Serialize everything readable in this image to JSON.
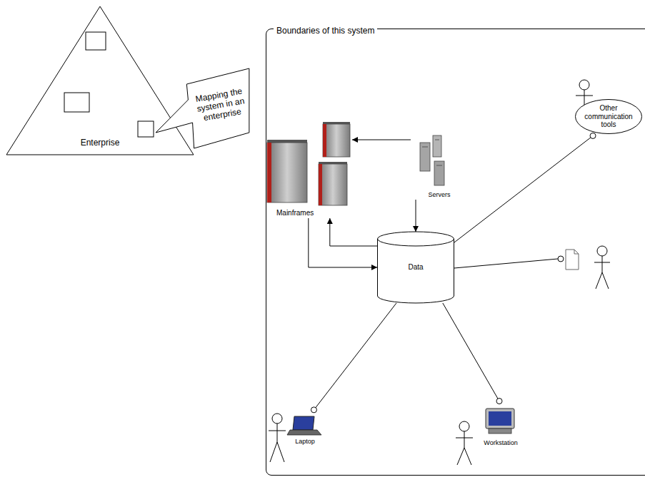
{
  "diagram": {
    "nodes": [
      {
        "text": [
          "Enterprise"
        ]
      },
      {
        "text": [
          "Mapping the system in an enterprise"
        ]
      },
      {
        "text": [
          "Boundaries of this system"
        ]
      },
      {
        "text": [
          "Mainframes"
        ],
        "in": 2
      },
      {
        "text": [
          "Servers"
        ],
        "in": 2
      },
      {
        "text": [
          "Data"
        ],
        "in": 2
      },
      {
        "text": [
          "Other communication tools"
        ],
        "in": 2
      },
      {
        "text": [
          "Laptop"
        ],
        "in": 2
      },
      {
        "text": [
          "Workstation"
        ],
        "in": 2
      }
    ],
    "edges": [
      {
        "from": 3,
        "to": 5,
        "arrow": "to"
      },
      {
        "from": 5,
        "to": 3,
        "arrow": "to"
      },
      {
        "from": 4,
        "to": 3,
        "arrow": "to"
      },
      {
        "from": 4,
        "to": 5,
        "arrow": "to"
      },
      {
        "from": 5,
        "to": 6,
        "arrow": "none"
      },
      {
        "from": 5,
        "to": 7,
        "arrow": "none"
      },
      {
        "from": 5,
        "to": 8,
        "arrow": "none"
      }
    ]
  }
}
